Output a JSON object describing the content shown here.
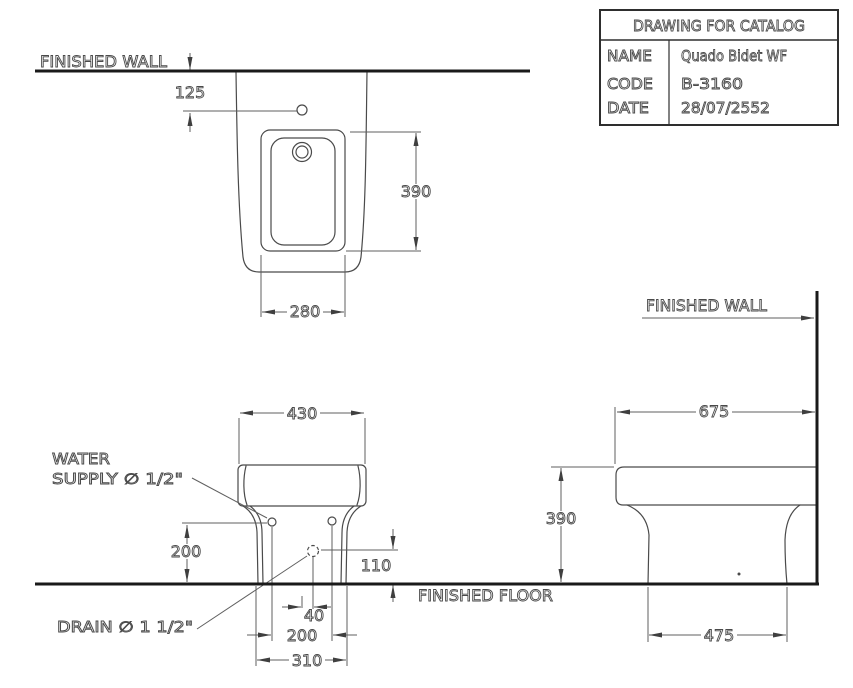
{
  "title_block": {
    "title": "DRAWING FOR CATALOG",
    "rows": [
      {
        "label": "NAME",
        "value": "Quado Bidet WF"
      },
      {
        "label": "CODE",
        "value": "B-3160"
      },
      {
        "label": "DATE",
        "value": "28/07/2552"
      }
    ]
  },
  "labels": {
    "finished_wall_top": "FINISHED WALL",
    "finished_wall_side": "FINISHED WALL",
    "finished_floor": "FINISHED FLOOR",
    "water_supply_line1": "WATER",
    "water_supply_line2": "SUPPLY ∅ 1/2\"",
    "drain": "DRAIN ∅ 1 1/2\""
  },
  "dims": {
    "plan_wall_offset": "125",
    "plan_rim_depth": "390",
    "plan_rim_width": "280",
    "front_width": "430",
    "front_supply_height": "200",
    "front_drain_height": "110",
    "front_drain_offset": "40",
    "front_supply_spacing": "200",
    "front_base_width": "310",
    "side_depth": "675",
    "side_height": "390",
    "side_base_depth": "475"
  },
  "colors": {
    "background": "#ffffff",
    "line": "#4a4a4a",
    "thick_line": "#1a1a1a",
    "dim_line": "#5f5f5f",
    "text_outline": "#4a4a4a"
  }
}
